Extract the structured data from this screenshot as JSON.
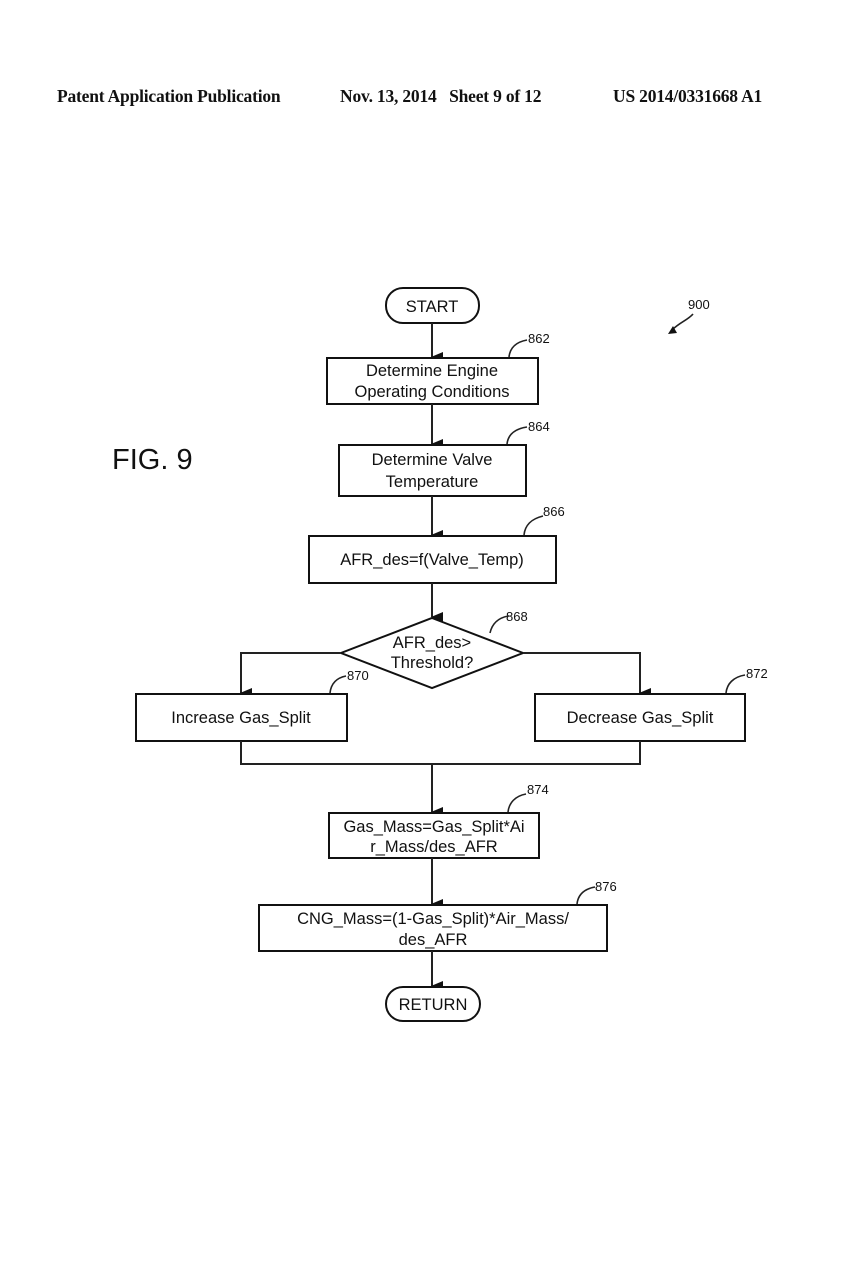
{
  "header": {
    "publication": "Patent Application Publication",
    "date_sheet": "Nov. 13, 2014   Sheet 9 of 12",
    "number": "US 2014/0331668 A1"
  },
  "figure": {
    "label": "FIG. 9",
    "ref": "900"
  },
  "flowchart": {
    "start": "START",
    "steps": [
      {
        "ref": "862",
        "lines": [
          "Determine Engine",
          "Operating Conditions"
        ]
      },
      {
        "ref": "864",
        "lines": [
          "Determine Valve",
          "Temperature"
        ]
      },
      {
        "ref": "866",
        "lines": [
          "AFR_des=f(Valve_Temp)"
        ]
      }
    ],
    "decision": {
      "ref": "868",
      "lines": [
        "AFR_des>",
        "Threshold?"
      ]
    },
    "branch_left": {
      "ref": "870",
      "label": "Increase Gas_Split"
    },
    "branch_right": {
      "ref": "872",
      "label": "Decrease Gas_Split"
    },
    "post_steps": [
      {
        "ref": "874",
        "lines": [
          "Gas_Mass=Gas_Split*Ai",
          "r_Mass/des_AFR"
        ]
      },
      {
        "ref": "876",
        "lines": [
          "CNG_Mass=(1-Gas_Split)*Air_Mass/",
          "des_AFR"
        ]
      }
    ],
    "end": "RETURN"
  }
}
